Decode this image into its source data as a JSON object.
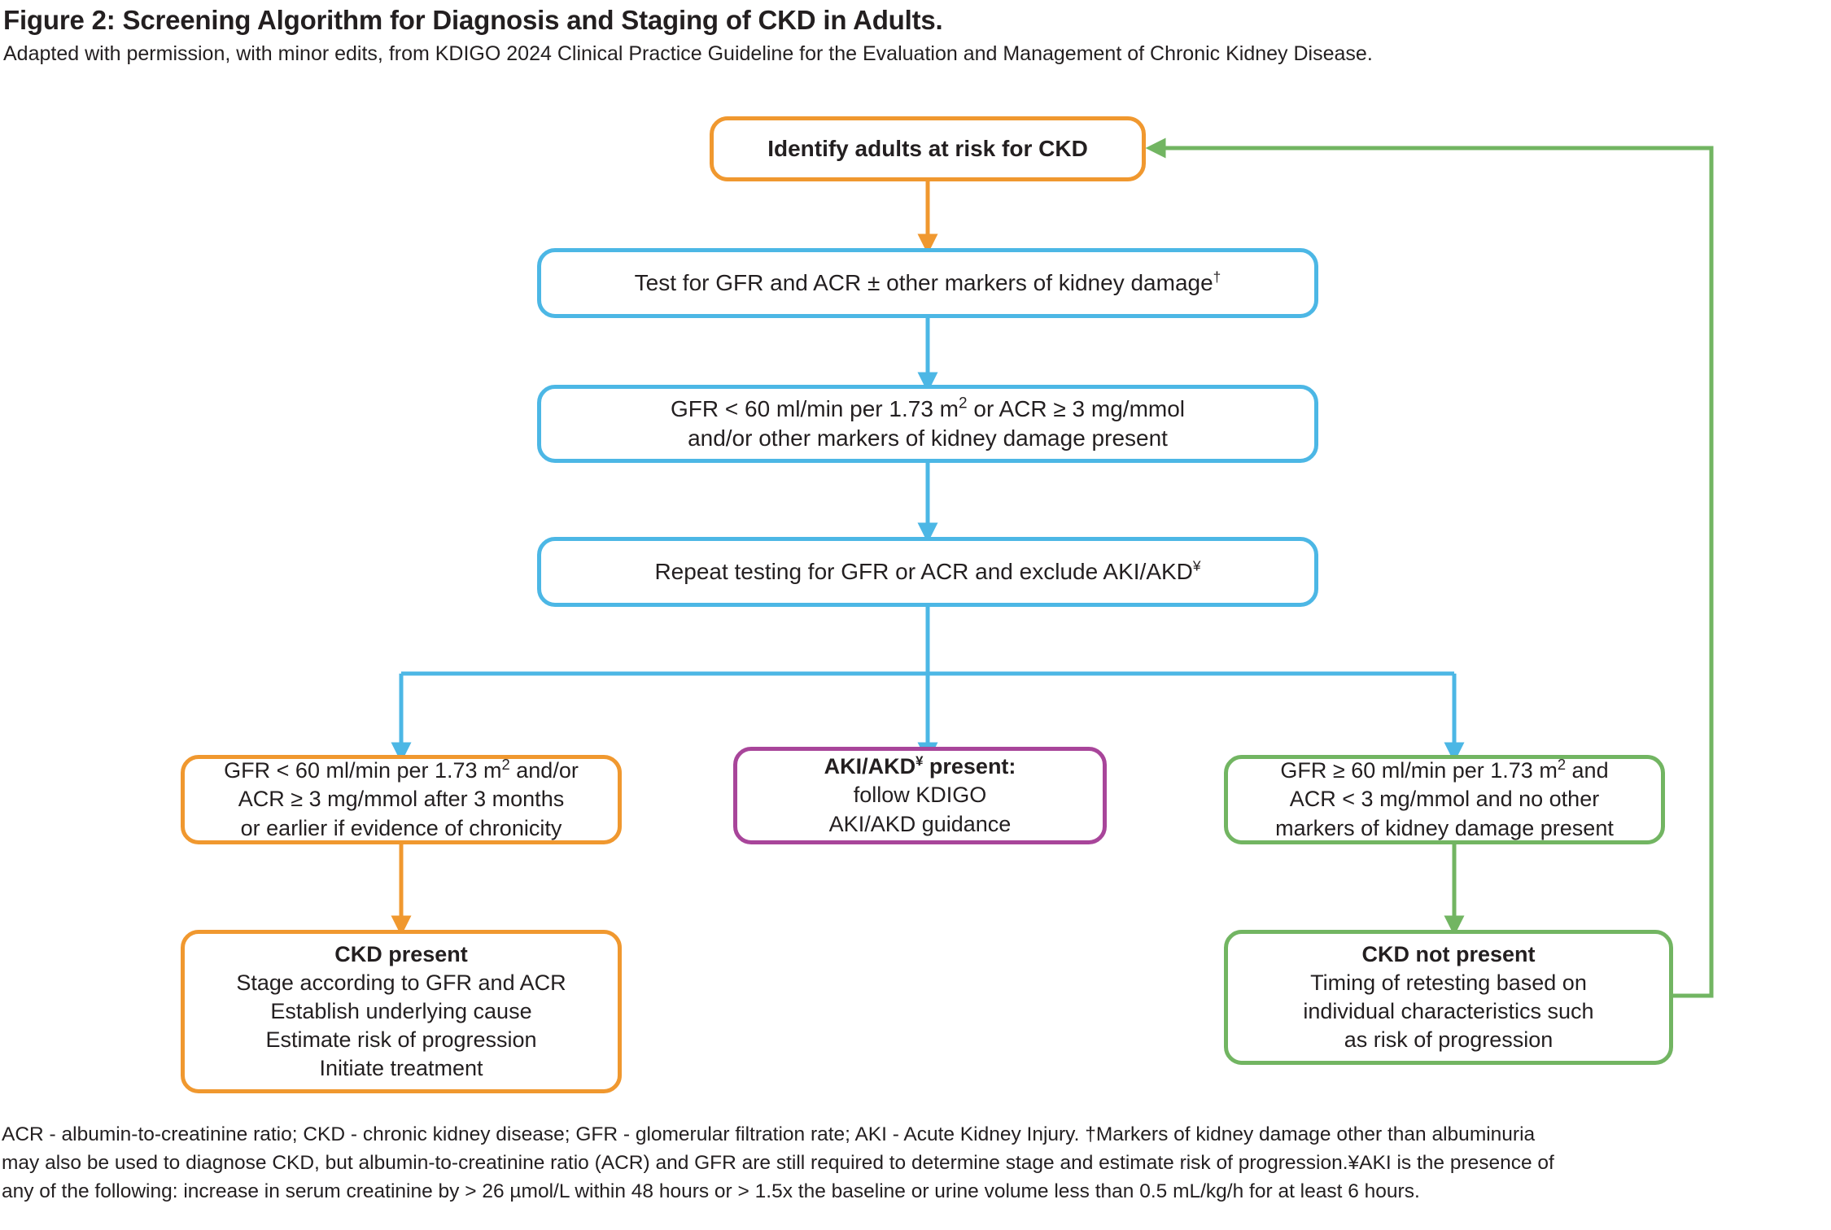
{
  "figure": {
    "title": "Figure 2: Screening Algorithm for Diagnosis and Staging of CKD in Adults.",
    "subtitle": "Adapted with permission, with minor edits, from KDIGO 2024 Clinical Practice Guideline for the Evaluation and Management of Chronic Kidney Disease."
  },
  "colors": {
    "orange": "#F0982F",
    "blue": "#4CB7E5",
    "green": "#72B562",
    "purple": "#A8459A",
    "text": "#231F20",
    "background": "#FFFFFF"
  },
  "nodes": {
    "identify": {
      "id": "identify-adults-at-risk",
      "color": "orange",
      "lines": [
        {
          "text": "Identify adults at risk for CKD",
          "bold": true
        }
      ]
    },
    "test": {
      "id": "test-for-gfr-and-acr",
      "color": "blue",
      "lines": [
        {
          "text": "Test for GFR and ACR ± other markers of kidney damage",
          "sup": "†",
          "bold": false
        }
      ]
    },
    "criteria": {
      "id": "gfr-acr-criteria",
      "color": "blue",
      "lines": [
        {
          "text": "GFR < 60 ml/min per 1.73 m",
          "sq": "2",
          "after": " or ACR ≥ 3 mg/mmol",
          "bold": false
        },
        {
          "text": "and/or other markers of kidney damage present",
          "bold": false
        }
      ]
    },
    "repeat": {
      "id": "repeat-testing",
      "color": "blue",
      "lines": [
        {
          "text": "Repeat testing for GFR or ACR and exclude AKI/AKD",
          "sup": "¥",
          "bold": false
        }
      ]
    },
    "branch_left": {
      "id": "ckd-criteria-met",
      "color": "orange",
      "lines": [
        {
          "text": "GFR < 60 ml/min per 1.73 m",
          "sq": "2",
          "after": " and/or",
          "bold": false
        },
        {
          "text": "ACR ≥ 3 mg/mmol after 3 months",
          "bold": false
        },
        {
          "text": "or earlier if evidence of chronicity",
          "bold": false
        }
      ]
    },
    "branch_center": {
      "id": "aki-akd-present",
      "color": "purple",
      "lines": [
        {
          "text": "AKI/AKD",
          "sup": "¥",
          "after": " present:",
          "bold": true
        },
        {
          "text": "follow KDIGO",
          "bold": false
        },
        {
          "text": "AKI/AKD guidance",
          "bold": false
        }
      ]
    },
    "branch_right": {
      "id": "ckd-criteria-not-met",
      "color": "green",
      "lines": [
        {
          "text": "GFR ≥ 60 ml/min per 1.73 m",
          "sq": "2",
          "after": " and",
          "bold": false
        },
        {
          "text": "ACR < 3 mg/mmol and no other",
          "bold": false
        },
        {
          "text": "markers of kidney damage present",
          "bold": false
        }
      ]
    },
    "ckd_present": {
      "id": "ckd-present",
      "color": "orange",
      "lines": [
        {
          "text": "CKD present",
          "bold": true
        },
        {
          "text": "Stage according to GFR and ACR",
          "bold": false
        },
        {
          "text": "Establish underlying cause",
          "bold": false
        },
        {
          "text": "Estimate risk of progression",
          "bold": false
        },
        {
          "text": "Initiate treatment",
          "bold": false
        }
      ]
    },
    "ckd_not_present": {
      "id": "ckd-not-present",
      "color": "green",
      "lines": [
        {
          "text": "CKD not present",
          "bold": true
        },
        {
          "text": "Timing of retesting based on",
          "bold": false
        },
        {
          "text": "individual characteristics such",
          "bold": false
        },
        {
          "text": "as risk of progression",
          "bold": false
        }
      ]
    }
  },
  "footnote": {
    "line1": "ACR - albumin-to-creatinine ratio; CKD - chronic kidney disease; GFR - glomerular filtration rate; AKI - Acute Kidney Injury. †Markers of kidney damage other than albuminuria",
    "line2": "may also be used to diagnose CKD, but albumin-to-creatinine ratio (ACR) and GFR are still required to determine stage and estimate risk of progression.¥AKI is the presence of",
    "line3": "any of the following: increase in serum creatinine by > 26 µmol/L within 48 hours or > 1.5x the baseline or urine volume less than 0.5 mL/kg/h for at least 6 hours."
  }
}
